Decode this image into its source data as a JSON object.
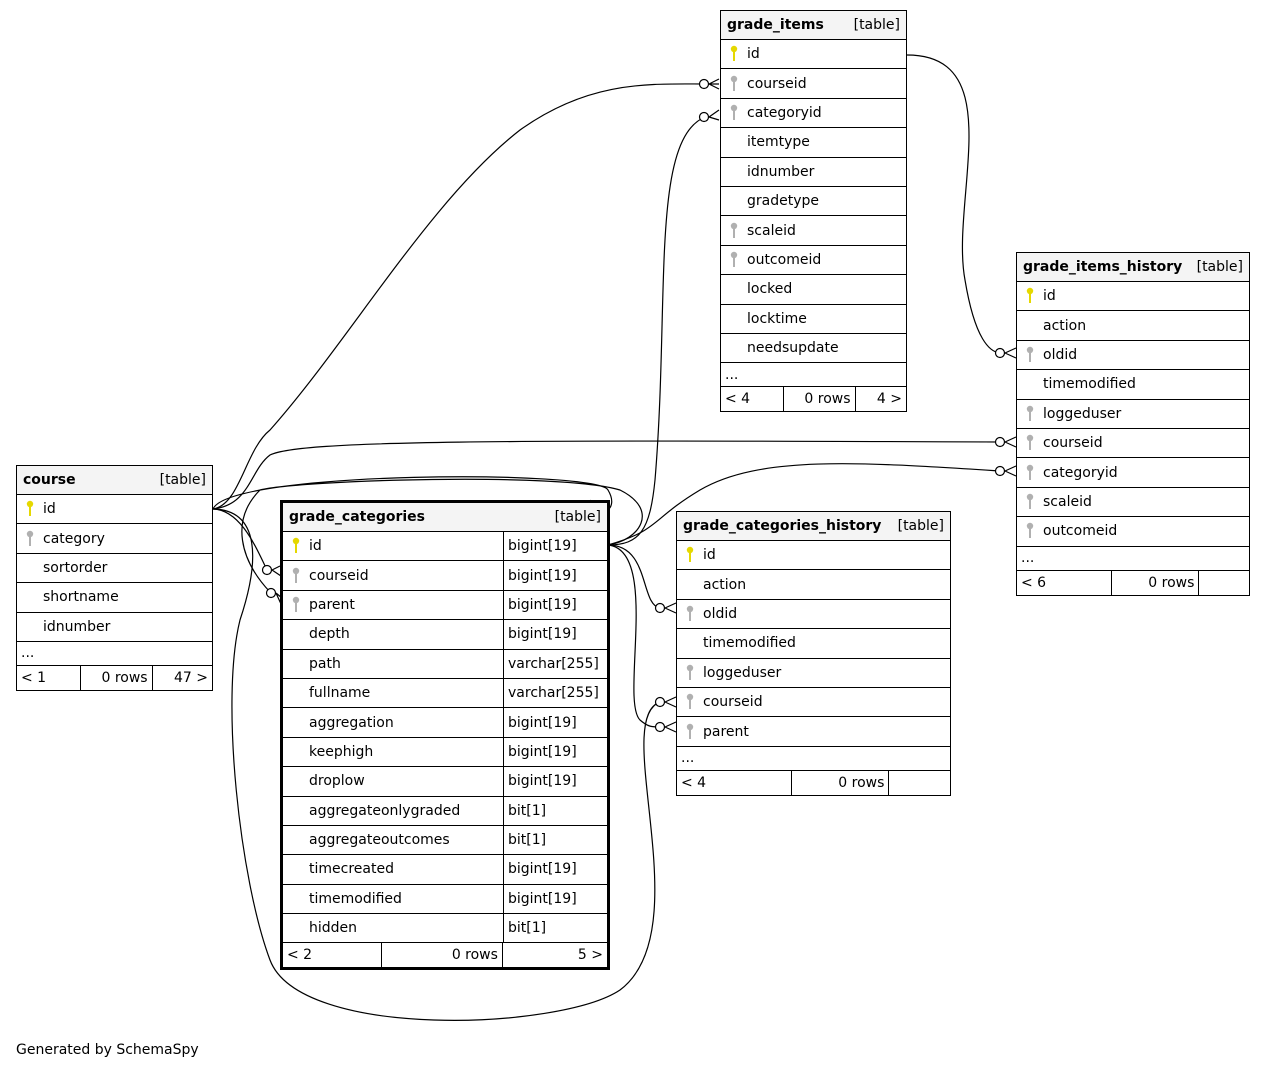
{
  "footer": "Generated by SchemaSpy",
  "tables": {
    "grade_items": {
      "name": "grade_items",
      "kind": "[table]",
      "columns": [
        {
          "name": "id",
          "key": "primary"
        },
        {
          "name": "courseid",
          "key": "foreign"
        },
        {
          "name": "categoryid",
          "key": "foreign"
        },
        {
          "name": "itemtype",
          "key": ""
        },
        {
          "name": "idnumber",
          "key": ""
        },
        {
          "name": "gradetype",
          "key": ""
        },
        {
          "name": "scaleid",
          "key": "foreign"
        },
        {
          "name": "outcomeid",
          "key": "foreign"
        },
        {
          "name": "locked",
          "key": ""
        },
        {
          "name": "locktime",
          "key": ""
        },
        {
          "name": "needsupdate",
          "key": ""
        }
      ],
      "more": "...",
      "footer": {
        "left": "< 4",
        "mid": "0 rows",
        "right": "4 >"
      }
    },
    "grade_items_history": {
      "name": "grade_items_history",
      "kind": "[table]",
      "columns": [
        {
          "name": "id",
          "key": "primary"
        },
        {
          "name": "action",
          "key": ""
        },
        {
          "name": "oldid",
          "key": "foreign"
        },
        {
          "name": "timemodified",
          "key": ""
        },
        {
          "name": "loggeduser",
          "key": "foreign"
        },
        {
          "name": "courseid",
          "key": "foreign"
        },
        {
          "name": "categoryid",
          "key": "foreign"
        },
        {
          "name": "scaleid",
          "key": "foreign"
        },
        {
          "name": "outcomeid",
          "key": "foreign"
        }
      ],
      "more": "...",
      "footer": {
        "left": "< 6",
        "mid": "0 rows",
        "right": ""
      }
    },
    "course": {
      "name": "course",
      "kind": "[table]",
      "columns": [
        {
          "name": "id",
          "key": "primary"
        },
        {
          "name": "category",
          "key": "foreign"
        },
        {
          "name": "sortorder",
          "key": ""
        },
        {
          "name": "shortname",
          "key": ""
        },
        {
          "name": "idnumber",
          "key": ""
        }
      ],
      "more": "...",
      "footer": {
        "left": "< 1",
        "mid": "0 rows",
        "right": "47 >"
      }
    },
    "grade_categories": {
      "name": "grade_categories",
      "kind": "[table]",
      "columns": [
        {
          "name": "id",
          "key": "primary",
          "type": "bigint[19]"
        },
        {
          "name": "courseid",
          "key": "foreign",
          "type": "bigint[19]"
        },
        {
          "name": "parent",
          "key": "foreign",
          "type": "bigint[19]"
        },
        {
          "name": "depth",
          "key": "",
          "type": "bigint[19]"
        },
        {
          "name": "path",
          "key": "",
          "type": "varchar[255]"
        },
        {
          "name": "fullname",
          "key": "",
          "type": "varchar[255]"
        },
        {
          "name": "aggregation",
          "key": "",
          "type": "bigint[19]"
        },
        {
          "name": "keephigh",
          "key": "",
          "type": "bigint[19]"
        },
        {
          "name": "droplow",
          "key": "",
          "type": "bigint[19]"
        },
        {
          "name": "aggregateonlygraded",
          "key": "",
          "type": "bit[1]"
        },
        {
          "name": "aggregateoutcomes",
          "key": "",
          "type": "bit[1]"
        },
        {
          "name": "timecreated",
          "key": "",
          "type": "bigint[19]"
        },
        {
          "name": "timemodified",
          "key": "",
          "type": "bigint[19]"
        },
        {
          "name": "hidden",
          "key": "",
          "type": "bit[1]"
        }
      ],
      "footer": {
        "left": "< 2",
        "mid": "0 rows",
        "right": "5 >"
      }
    },
    "grade_categories_history": {
      "name": "grade_categories_history",
      "kind": "[table]",
      "columns": [
        {
          "name": "id",
          "key": "primary"
        },
        {
          "name": "action",
          "key": ""
        },
        {
          "name": "oldid",
          "key": "foreign"
        },
        {
          "name": "timemodified",
          "key": ""
        },
        {
          "name": "loggeduser",
          "key": "foreign"
        },
        {
          "name": "courseid",
          "key": "foreign"
        },
        {
          "name": "parent",
          "key": "foreign"
        }
      ],
      "more": "...",
      "footer": {
        "left": "< 4",
        "mid": "0 rows",
        "right": ""
      }
    }
  },
  "colors": {
    "primary_key": "#e5d800",
    "foreign_key": "#b0b0b0",
    "header_bg": "#f4f4f4",
    "line": "#000000"
  }
}
